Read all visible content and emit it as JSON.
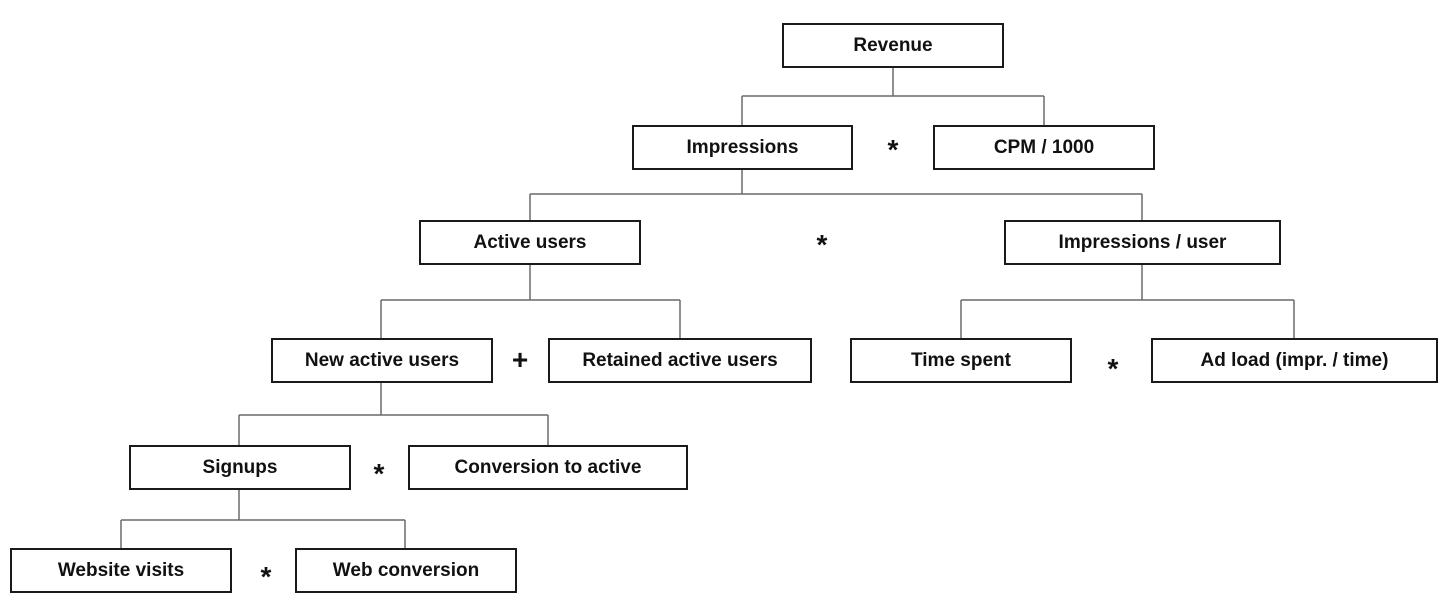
{
  "tree": {
    "revenue": "Revenue",
    "impressions": "Impressions",
    "cpm": "CPM / 1000",
    "active_users": "Active users",
    "impressions_per_user": "Impressions / user",
    "new_active_users": "New active users",
    "retained_active_users": "Retained active users",
    "time_spent": "Time spent",
    "ad_load": "Ad load (impr. / time)",
    "signups": "Signups",
    "conversion_to_active": "Conversion to active",
    "website_visits": "Website visits",
    "web_conversion": "Web conversion"
  },
  "operators": {
    "impressions_cpm": "*",
    "users_impr_per_user": "*",
    "new_plus_retained": "+",
    "time_ad_load": "*",
    "signups_conversion": "*",
    "visits_web_conversion": "*"
  },
  "colors": {
    "box_border": "#1a1a1a",
    "connector": "#6a6a6a",
    "text": "#111111"
  }
}
